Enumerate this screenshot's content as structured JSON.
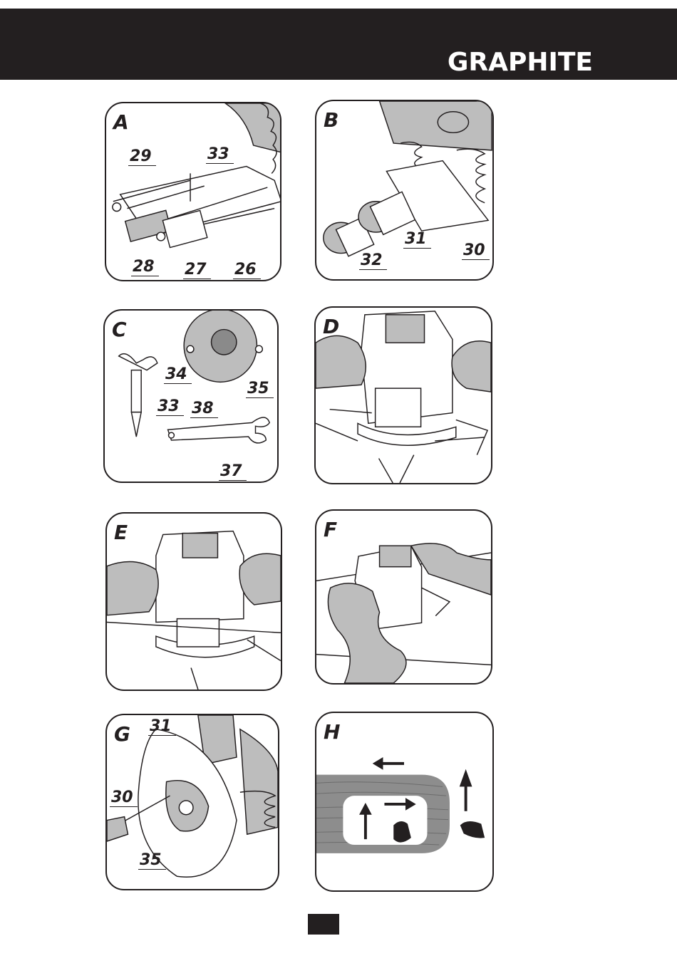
{
  "header": {
    "brand": "GRAPHITE"
  },
  "panels": [
    {
      "label": "A",
      "callouts": [
        "29",
        "33",
        "28",
        "27",
        "26"
      ]
    },
    {
      "label": "B",
      "callouts": [
        "31",
        "30",
        "32"
      ]
    },
    {
      "label": "C",
      "callouts": [
        "34",
        "35",
        "33",
        "38",
        "37"
      ]
    },
    {
      "label": "D",
      "callouts": []
    },
    {
      "label": "E",
      "callouts": []
    },
    {
      "label": "F",
      "callouts": []
    },
    {
      "label": "G",
      "callouts": [
        "31",
        "30",
        "35"
      ]
    },
    {
      "label": "H",
      "callouts": []
    }
  ],
  "colors": {
    "dark": "#231f20",
    "wood": "#8d8d8d",
    "hand": "#b0b0b0"
  }
}
